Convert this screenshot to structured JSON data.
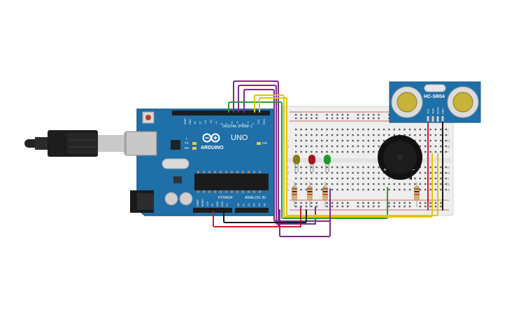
{
  "arduino": {
    "brand": "ARDUINO",
    "model": "UNO",
    "digital_header_label": "DIGITAL (PWM~)",
    "power_header_label": "POWER",
    "analog_header_label": "ANALOG IN",
    "on_label": "ON",
    "tx_label": "TX",
    "rx_label": "RX",
    "l_label": "L",
    "aref_label": "AREF",
    "gnd_label": "GND",
    "digital_pins": [
      "13",
      "12",
      "~11",
      "~10",
      "~9",
      "8",
      "7",
      "~6",
      "~5",
      "4",
      "~3",
      "2",
      "TX1",
      "RX0"
    ],
    "power_pins": [
      "IOREF",
      "RESET",
      "3.3V",
      "5V",
      "GND",
      "GND",
      "Vin"
    ],
    "analog_pins": [
      "A0",
      "A1",
      "A2",
      "A3",
      "A4",
      "A5"
    ]
  },
  "sensor": {
    "label": "HC-SR04",
    "pins": [
      "VCC",
      "TRIG",
      "ECHO",
      "GND"
    ]
  },
  "breadboard": {
    "row_letters_top": [
      "j",
      "i",
      "h",
      "g",
      "f"
    ],
    "row_letters_bottom": [
      "e",
      "d",
      "c",
      "b",
      "a"
    ]
  },
  "components": {
    "leds": [
      {
        "color_name": "yellow",
        "color": "#8a7a1a"
      },
      {
        "color_name": "red",
        "color": "#a01818"
      },
      {
        "color_name": "green",
        "color": "#1f9a2a"
      }
    ],
    "buzzer": {
      "plus": "+",
      "minus": "−"
    }
  },
  "wire_colors": {
    "purple": "#7b2a8e",
    "yellow": "#e3c400",
    "green": "#2e9a2e",
    "red": "#d21f1f",
    "black": "#1a1a1a"
  }
}
